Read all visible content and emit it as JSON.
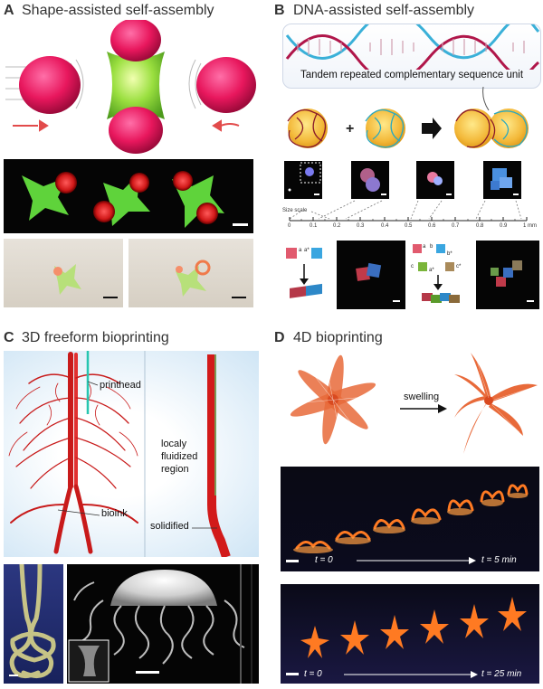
{
  "panels": {
    "a": {
      "letter": "A",
      "title": "Shape-assisted self-assembly"
    },
    "b": {
      "letter": "B",
      "title": "DNA-assisted self-assembly",
      "dna_caption": "Tandem repeated complementary sequence unit",
      "scale_label": "Size scale",
      "scale_ticks": [
        "0",
        "0.1",
        "0.2",
        "0.3",
        "0.4",
        "0.5",
        "0.6",
        "0.7",
        "0.8",
        "0.9",
        "1 mm"
      ],
      "assembly_labels": {
        "left_a": "a",
        "left_astar": "a*",
        "r_a": "a",
        "r_b": "b",
        "r_bstar": "b*",
        "r_c": "c",
        "r_astar": "a*",
        "r_cstar": "c*"
      }
    },
    "c": {
      "letter": "C",
      "title": "3D freeform bioprinting",
      "labels": {
        "printhead": "printhead",
        "bioink": "bioink",
        "fluidized": "localy fluidized region",
        "solidified": "solidified"
      }
    },
    "d": {
      "letter": "D",
      "title": "4D bioprinting",
      "swelling": "swelling",
      "seq1": {
        "t_start": "t = 0",
        "t_end": "t = 5 min"
      },
      "seq2": {
        "t_start": "t = 0",
        "t_end": "t = 25 min"
      }
    }
  },
  "colors": {
    "magenta": "#e8175d",
    "green": "#86d13c",
    "red": "#d4131a",
    "orange": "#ff6a1a",
    "dark": "#050505"
  }
}
